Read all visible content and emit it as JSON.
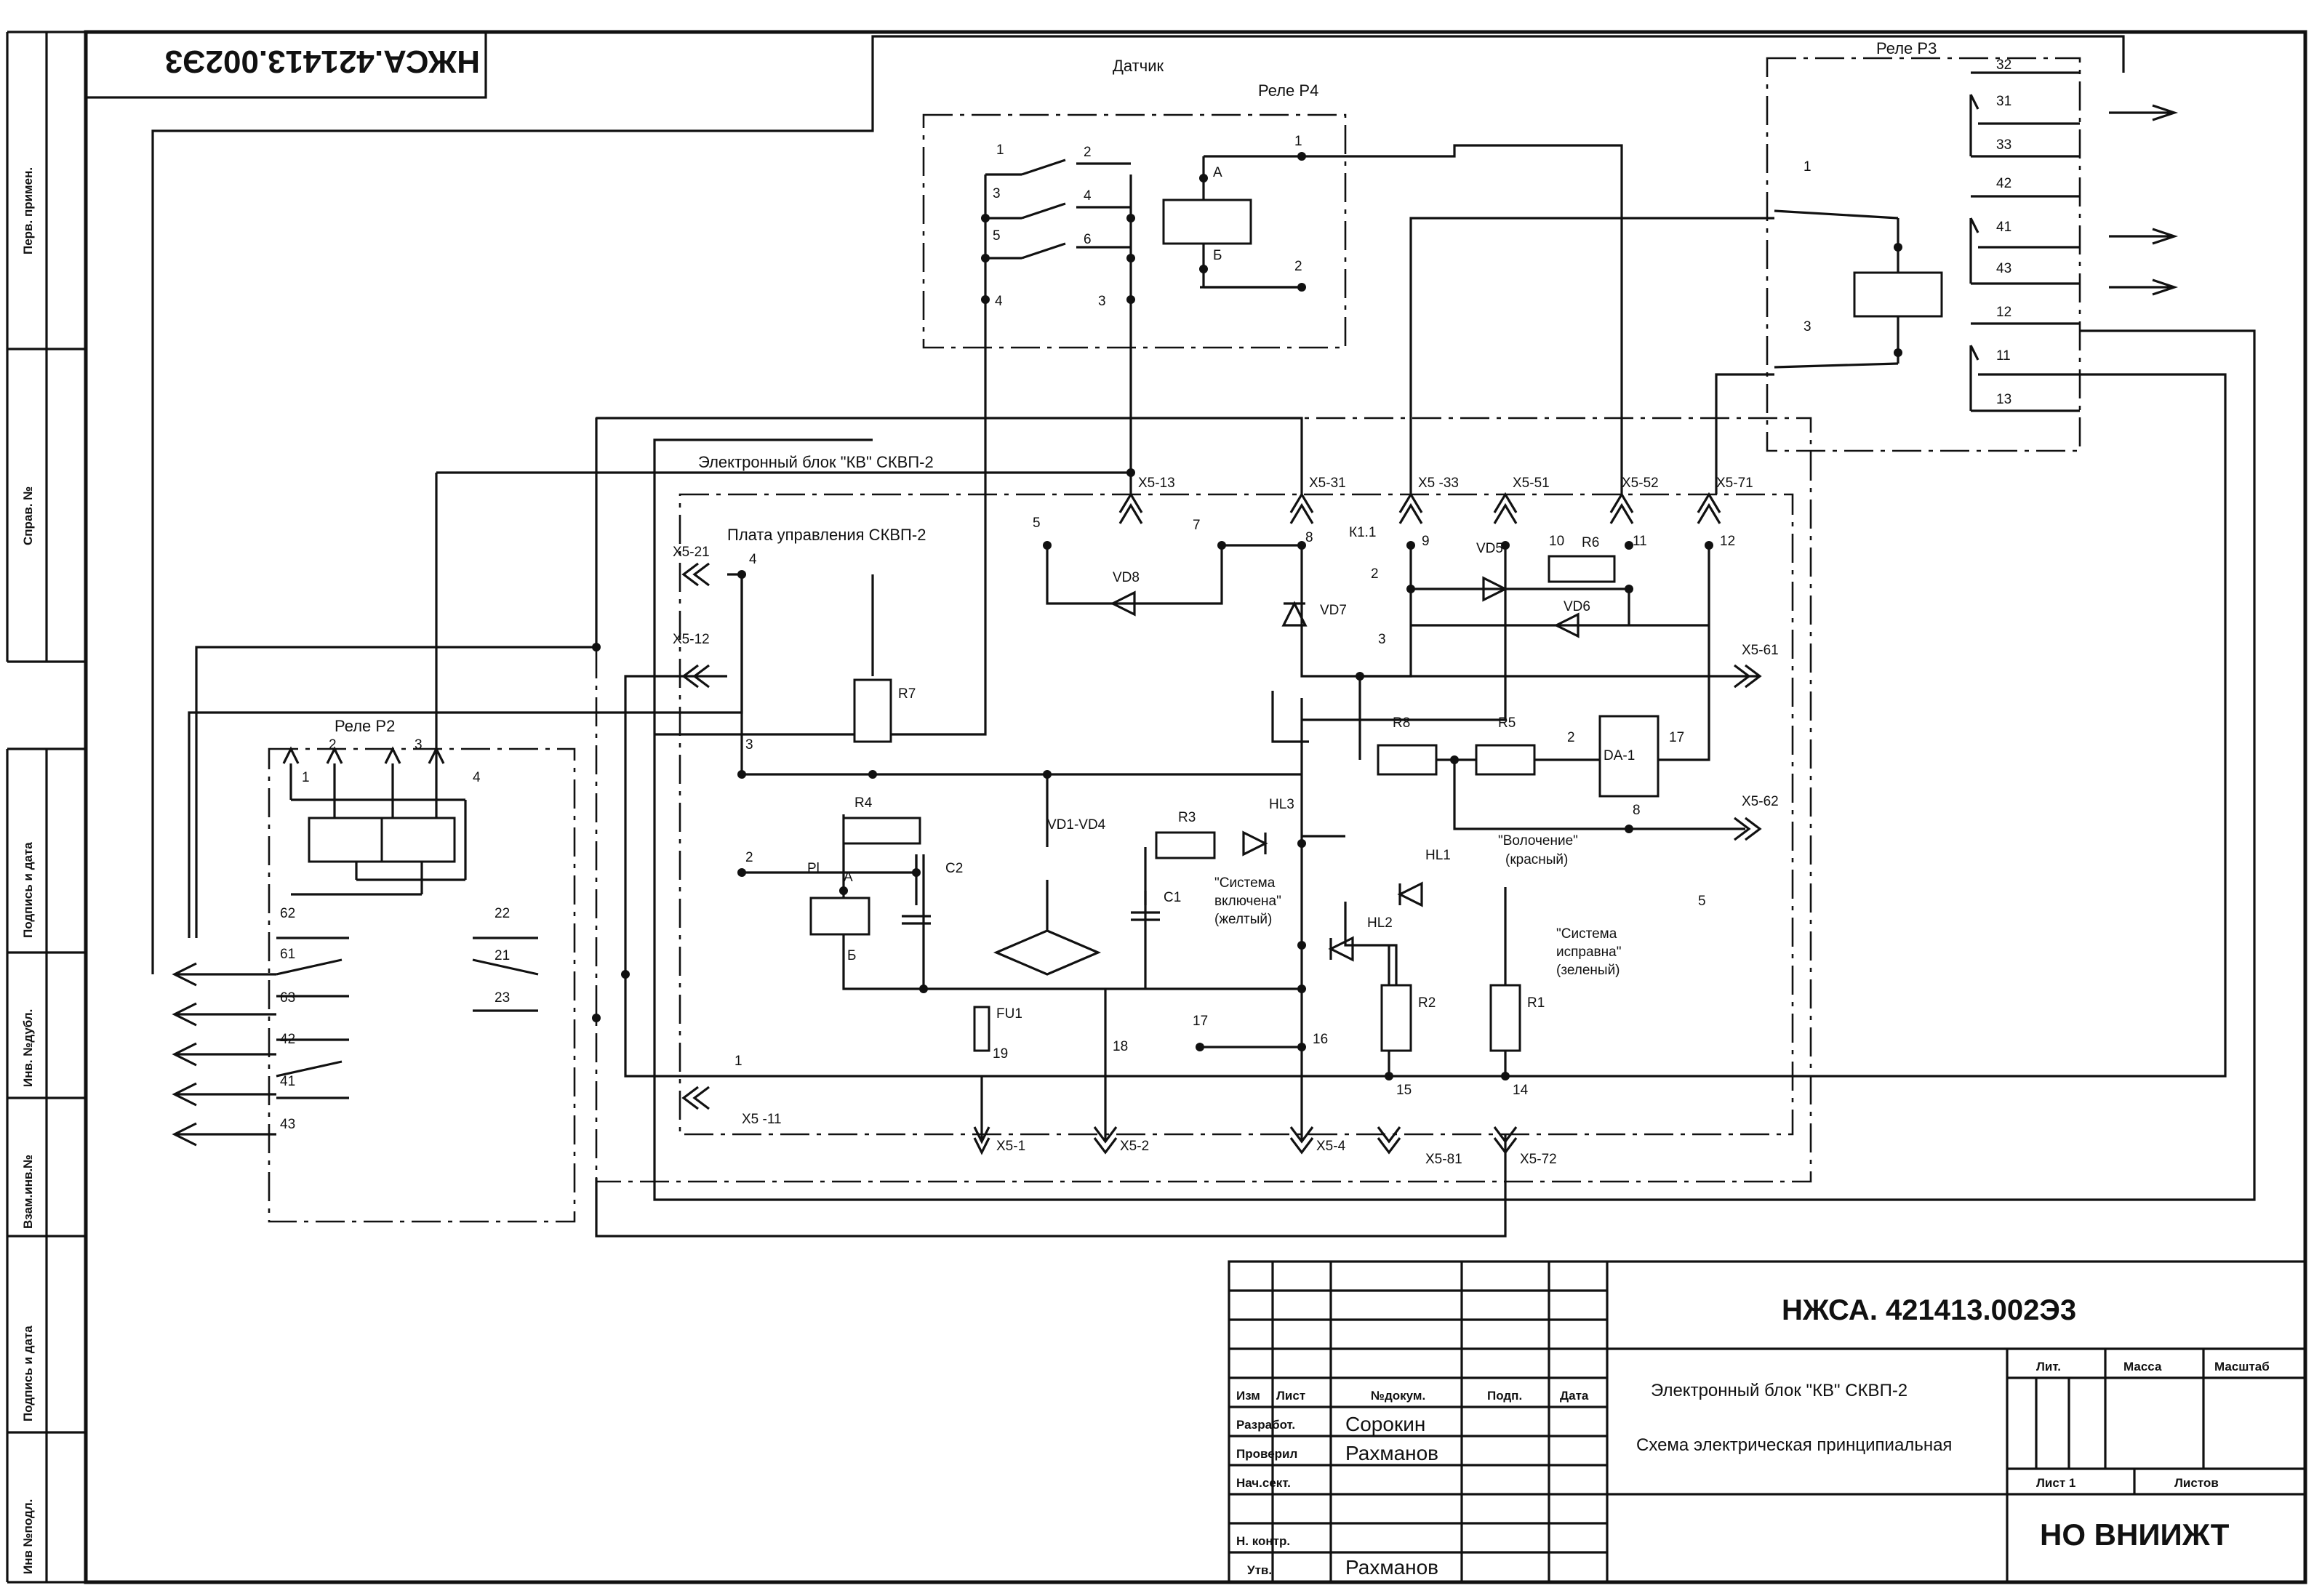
{
  "document": {
    "code_rotated": "НЖСА.421413.002Э3",
    "code": "НЖСА. 421413.002Э3",
    "organization": "НО ВНИИЖТ"
  },
  "side_strip": [
    "Перв. примен.",
    "Справ. №",
    "Подпись и дата",
    "Инв. №дубл.",
    "Взам.инв.№",
    "Подпись и дата",
    "Инв №подл."
  ],
  "blocks": {
    "sensor": "Датчик",
    "relay_p4": "Реле Р4",
    "relay_p3": "Реле Р3",
    "relay_p2": "Реле Р2",
    "electronic_block": "Электронный блок \"КВ\" СКВП-2",
    "control_board": "Плата управления СКВП-2"
  },
  "connectors": [
    "Х5-13",
    "Х5-31",
    "Х5 -33",
    "Х5-51",
    "Х5-52",
    "Х5-71",
    "Х5-21",
    "Х5-12",
    "Х5-61",
    "Х5-62",
    "Х5 -11",
    "Х5-1",
    "Х5-2",
    "Х5-4",
    "Х5-81",
    "Х5-72"
  ],
  "components": [
    "R7",
    "R4",
    "R3",
    "R2",
    "R1",
    "R8",
    "R5",
    "R6",
    "VD8",
    "VD7",
    "VD5",
    "VD6",
    "VD1-VD4",
    "HL3",
    "HL1",
    "HL2",
    "FU1",
    "DA-1",
    "C2",
    "C1",
    "К1.1",
    "Рl"
  ],
  "indicator_labels": {
    "hl3": [
      "\"Система",
      "включена\"",
      "(желтый)"
    ],
    "hl1": [
      "\"Волочение\"",
      "(красный)"
    ],
    "hl2": [
      "\"Система",
      "исправна\"",
      "(зеленый)"
    ]
  },
  "pins": {
    "p4": [
      "1",
      "2",
      "3",
      "4",
      "5",
      "6",
      "4",
      "3",
      "1",
      "2",
      "А",
      "Б"
    ],
    "p3": [
      "32",
      "31",
      "33",
      "42",
      "41",
      "43",
      "12",
      "11",
      "13",
      "1",
      "3"
    ],
    "p2_top": [
      "1",
      "2",
      "3",
      "4"
    ],
    "p2_bottom": [
      "62",
      "61",
      "63",
      "42",
      "41",
      "43",
      "22",
      "21",
      "23"
    ],
    "board": [
      "5",
      "7",
      "8",
      "9",
      "10",
      "11",
      "12",
      "4",
      "3",
      "2",
      "17",
      "16",
      "18",
      "19",
      "15",
      "14",
      "1",
      "2",
      "3",
      "2",
      "17",
      "8",
      "5",
      "А",
      "Б"
    ]
  },
  "title_block": {
    "headers": [
      "Изм",
      "Лист",
      "№докум.",
      "Подп.",
      "Дата"
    ],
    "rows": [
      {
        "role": "Разработ.",
        "name": "Сорокин"
      },
      {
        "role": "Проверил",
        "name": "Рахманов"
      },
      {
        "role": "Нач.сект.",
        "name": ""
      },
      {
        "role": "",
        "name": ""
      },
      {
        "role": "Н. контр.",
        "name": ""
      },
      {
        "role": "Утв.",
        "name": "Рахманов"
      }
    ],
    "title_line1": "Электронный блок \"КВ\" СКВП-2",
    "title_line2": "Схема электрическая принципиальная",
    "lit_label": "Лит.",
    "mass_label": "Масса",
    "scale_label": "Масштаб",
    "sheet_label": "Лист 1",
    "sheets_label": "Листов"
  }
}
